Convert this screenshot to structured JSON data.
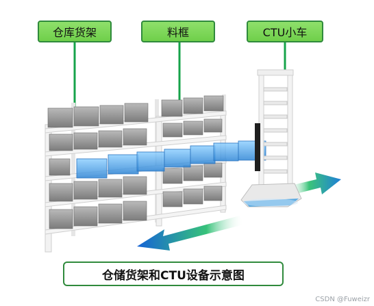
{
  "labels": {
    "rack": "仓库货架",
    "bin": "料框",
    "ctu": "CTU小车"
  },
  "caption": "仓储货架和CTU设备示意图",
  "watermark": "CSDN @Fuweizr",
  "colors": {
    "label_fill": "#7ad654",
    "label_border": "#2f8a3c",
    "leader_line": "#1aa64a",
    "bin_grey": "#9a9a9a",
    "bin_blue": "#4aa3e0",
    "arrow_left": "#1e6fd6",
    "arrow_right": "#2fbf73"
  }
}
